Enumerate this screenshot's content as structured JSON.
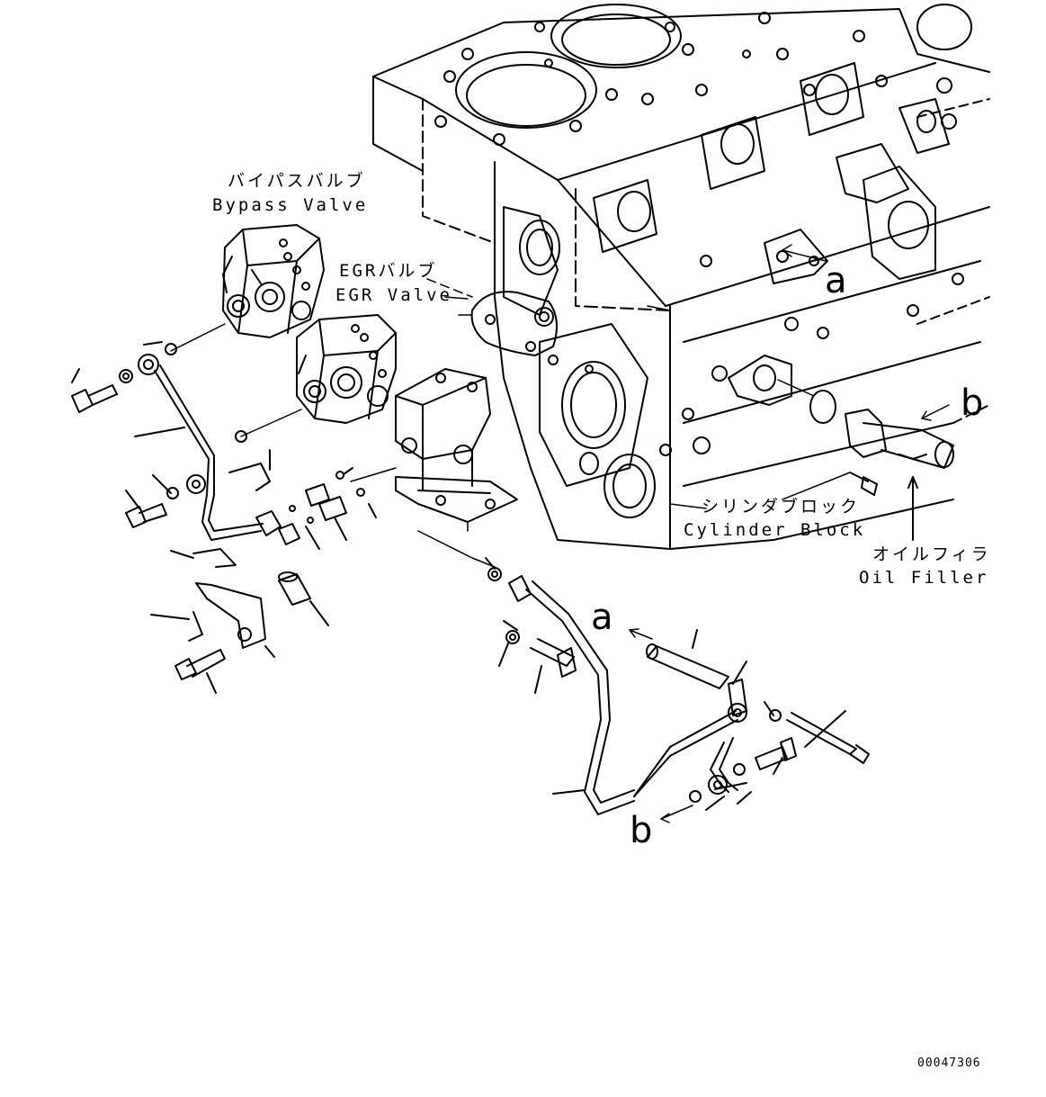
{
  "labels": {
    "bypass_valve_jp": "バイパスバルブ",
    "bypass_valve_en": "Bypass Valve",
    "egr_valve_jp": "EGRバルブ",
    "egr_valve_en": "EGR Valve",
    "cylinder_block_jp": "シリンダブロック",
    "cylinder_block_en": "Cylinder Block",
    "oil_filler_jp": "オイルフィラ",
    "oil_filler_en": "Oil Filler"
  },
  "markers": {
    "a_block": "a",
    "b_filler": "b",
    "a_pipe": "a",
    "b_pipe": "b"
  },
  "document_id": "00047306"
}
